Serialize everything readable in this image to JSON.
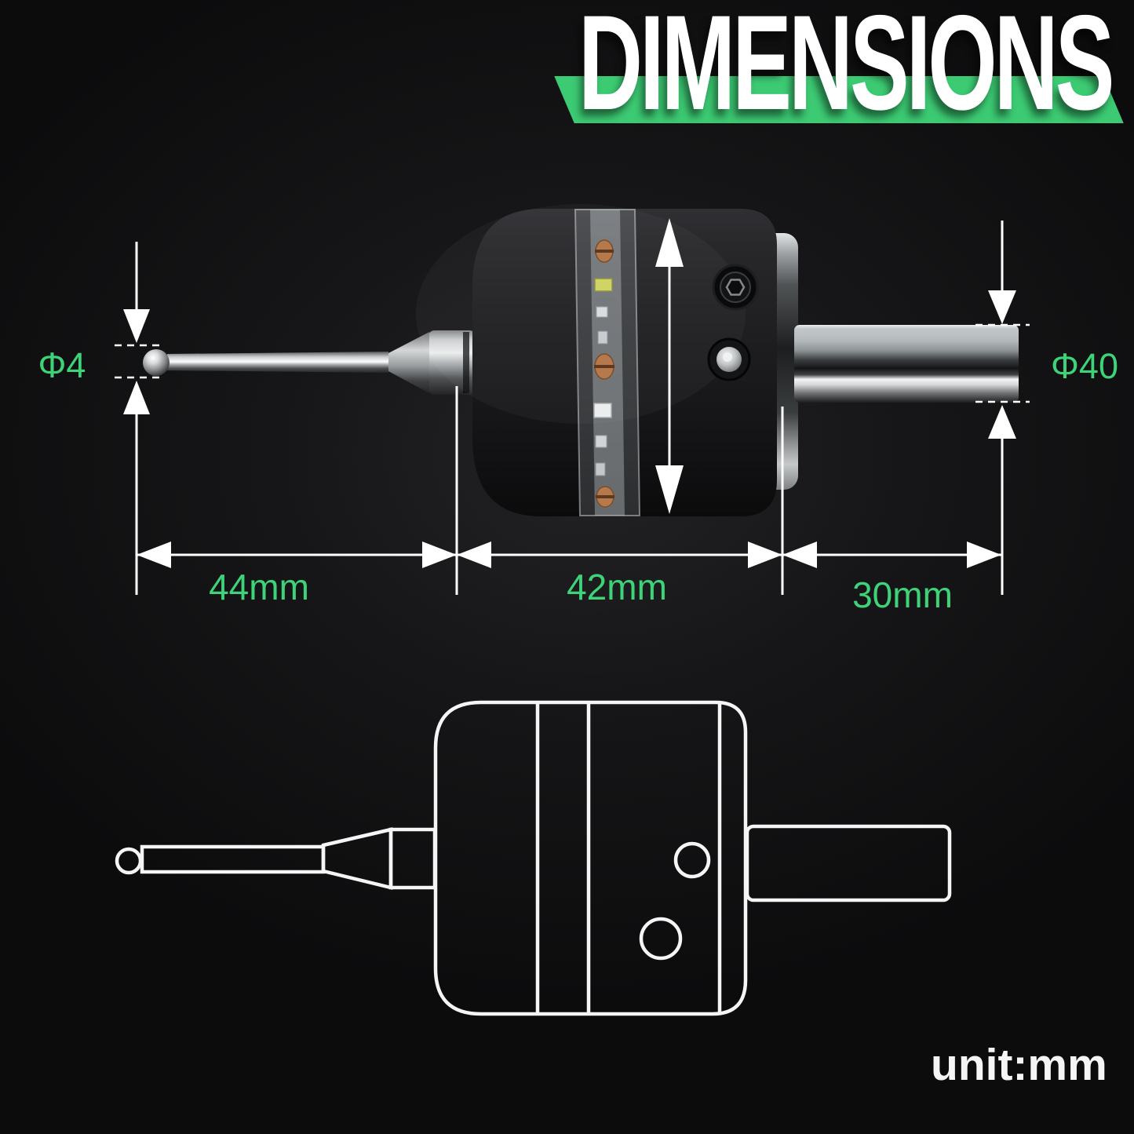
{
  "title": {
    "text": "DIMENSIONS"
  },
  "colors": {
    "accent_green": "#3ccb73",
    "label_green": "#3ed379",
    "background": "#101011",
    "annotation_white": "#ffffff"
  },
  "labels": {
    "ball_diameter": "Φ4",
    "stylus_length": "44mm",
    "body_length": "42mm",
    "shank_length": "30mm",
    "shank_diameter": "Φ40",
    "unit_note": "unit:mm"
  }
}
